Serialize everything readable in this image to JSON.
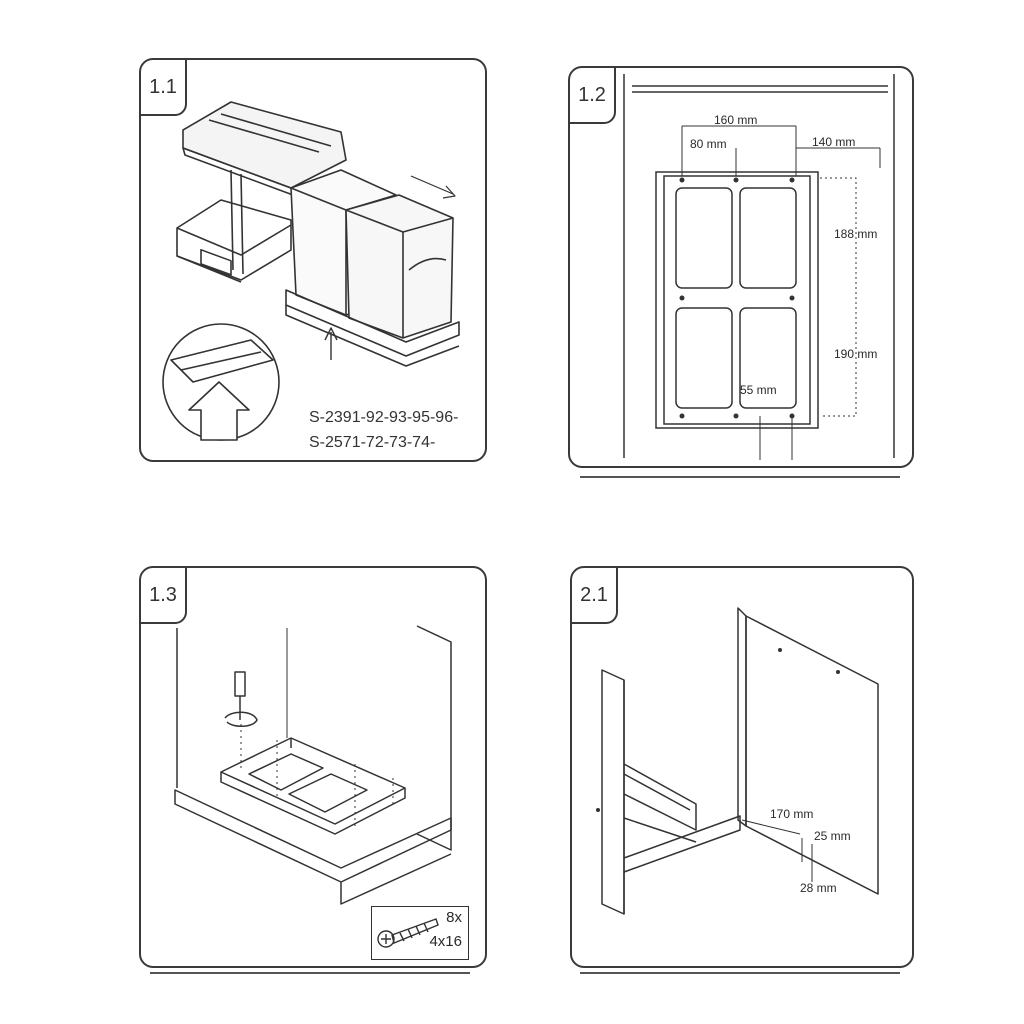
{
  "panels": {
    "p11": {
      "label": "1.1",
      "codes": [
        "S-2391-92-93-95-96-",
        "S-2571-72-73-74-"
      ]
    },
    "p12": {
      "label": "1.2",
      "dims": {
        "d160": "160 mm",
        "d80": "80 mm",
        "d140": "140 mm",
        "d188": "188 mm",
        "d190": "190 mm",
        "d55": "55 mm"
      }
    },
    "p13": {
      "label": "1.3",
      "screw": {
        "qty": "8x",
        "size": "4x16"
      }
    },
    "p21": {
      "label": "2.1",
      "dims": {
        "d170": "170 mm",
        "d25": "25 mm",
        "d28": "28 mm"
      }
    }
  }
}
